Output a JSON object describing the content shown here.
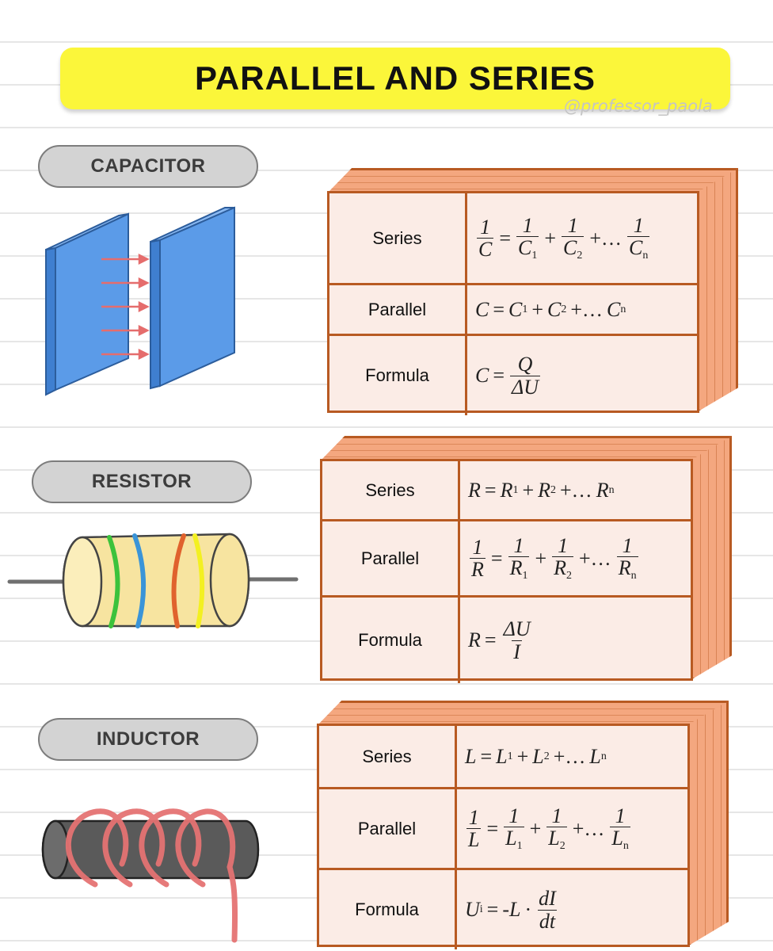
{
  "title": "PARALLEL AND SERIES",
  "watermark": "@professor_paola",
  "sections": [
    {
      "name": "CAPACITOR",
      "rows": [
        {
          "label": "Series",
          "formula": "1/C = 1/C₁ + 1/C₂ + … 1/Cₙ"
        },
        {
          "label": "Parallel",
          "formula": "C = C₁ + C₂ + … Cₙ"
        },
        {
          "label": "Formula",
          "formula": "C = Q/ΔU"
        }
      ]
    },
    {
      "name": "RESISTOR",
      "rows": [
        {
          "label": "Series",
          "formula": "R = R₁ + R₂ + … Rₙ"
        },
        {
          "label": "Parallel",
          "formula": "1/R = 1/R₁ + 1/R₂ + … 1/Rₙ"
        },
        {
          "label": "Formula",
          "formula": "R = ΔU/I"
        }
      ]
    },
    {
      "name": "INDUCTOR",
      "rows": [
        {
          "label": "Series",
          "formula": "L = L₁ + L₂ + … Lₙ"
        },
        {
          "label": "Parallel",
          "formula": "1/L = 1/L₁ + 1/L₂ + … 1/Lₙ"
        },
        {
          "label": "Formula",
          "formula": "Uᵢ = -L · dI/dt"
        }
      ]
    }
  ],
  "colors": {
    "title_bg": "#fbf63a",
    "pill_bg": "#d3d3d3",
    "box_face": "#fbece6",
    "box_side": "#f4a77f",
    "box_border": "#b85a22",
    "capacitor_plate": "#5b9be8",
    "field_arrow": "#e56d6d",
    "resistor_body": "#f7e4a0",
    "inductor_core": "#5a5a5a",
    "inductor_coil": "#e57373"
  },
  "icons": [
    "capacitor-illustration",
    "resistor-illustration",
    "inductor-illustration"
  ]
}
